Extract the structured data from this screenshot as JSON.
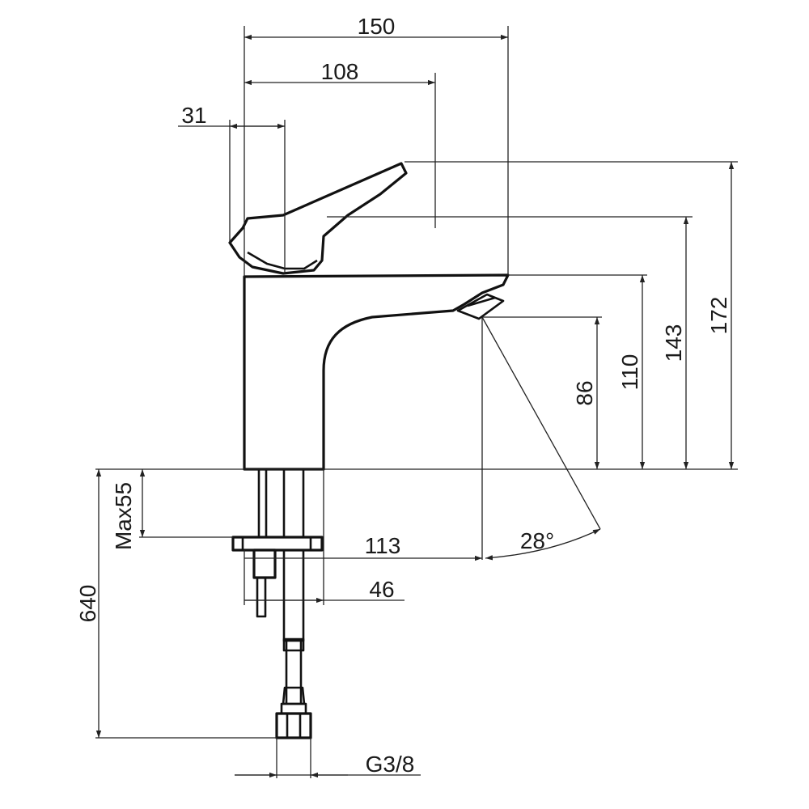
{
  "dimensions": {
    "width_overall": "150",
    "width_lever": "108",
    "width_handle": "31",
    "height_total": "172",
    "height_lever": "143",
    "height_spout_top": "110",
    "height_outlet": "86",
    "deck_max": "Max55",
    "hose_length": "640",
    "reach": "113",
    "shank_width": "46",
    "connection": "G3/8",
    "spray_angle": "28°"
  }
}
